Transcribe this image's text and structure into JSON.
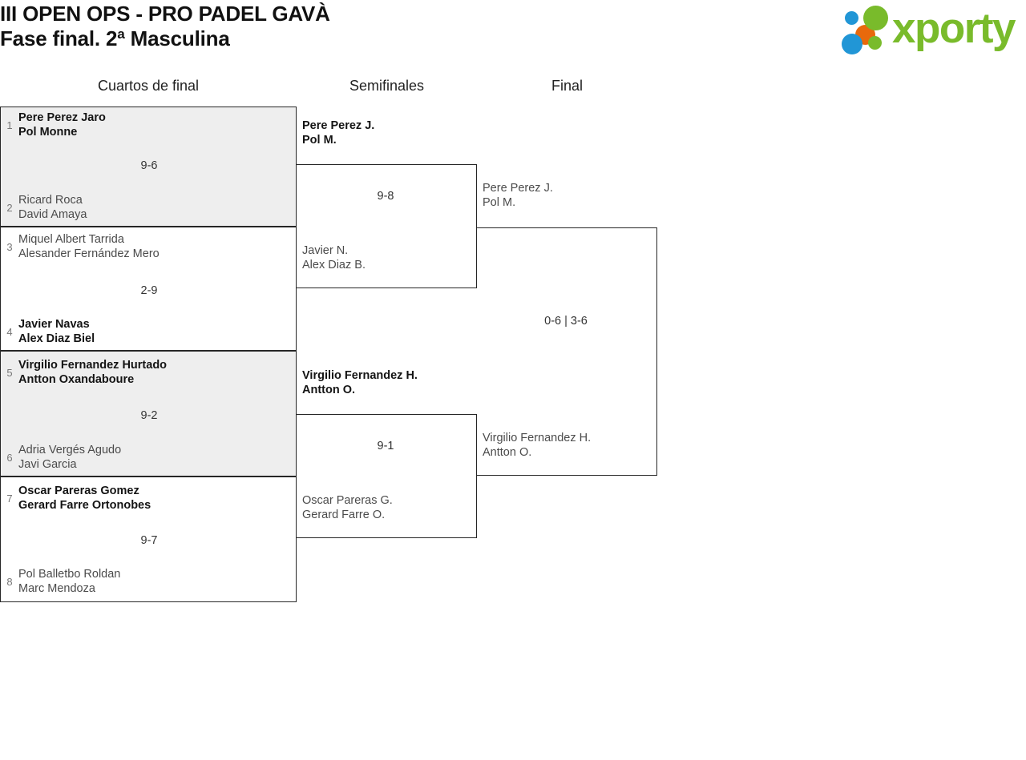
{
  "header": {
    "title_line1": "III OPEN OPS - PRO PADEL GAVÀ",
    "title_line2": "Fase final. 2ª Masculina",
    "logo_word": "xporty",
    "logo_colors": {
      "green": "#79bb2b",
      "blue": "#2196d6",
      "orange": "#e8690c"
    }
  },
  "rounds": {
    "quarterfinals_label": "Cuartos de final",
    "semifinals_label": "Semifinales",
    "final_label": "Final"
  },
  "quarterfinals": [
    {
      "score": "9-6",
      "top": {
        "seed": "1",
        "player1": "Pere Perez Jaro",
        "player2": "Pol Monne",
        "winner": true
      },
      "bottom": {
        "seed": "2",
        "player1": "Ricard Roca",
        "player2": "David Amaya",
        "winner": false
      }
    },
    {
      "score": "2-9",
      "top": {
        "seed": "3",
        "player1": "Miquel Albert Tarrida",
        "player2": "Alesander Fernández Mero",
        "winner": false
      },
      "bottom": {
        "seed": "4",
        "player1": "Javier Navas",
        "player2": "Alex Diaz Biel",
        "winner": true
      }
    },
    {
      "score": "9-2",
      "top": {
        "seed": "5",
        "player1": "Virgilio Fernandez Hurtado",
        "player2": "Antton Oxandaboure",
        "winner": true
      },
      "bottom": {
        "seed": "6",
        "player1": "Adria Vergés Agudo",
        "player2": "Javi Garcia",
        "winner": false
      }
    },
    {
      "score": "9-7",
      "top": {
        "seed": "7",
        "player1": "Oscar Pareras Gomez",
        "player2": "Gerard Farre Ortonobes",
        "winner": true
      },
      "bottom": {
        "seed": "8",
        "player1": "Pol Balletbo Roldan",
        "player2": "Marc Mendoza",
        "winner": false
      }
    }
  ],
  "semifinals": [
    {
      "score": "9-8",
      "top": {
        "player1": "Pere Perez J.",
        "player2": "Pol M.",
        "winner": true
      },
      "bottom": {
        "player1": "Javier N.",
        "player2": "Alex Diaz B.",
        "winner": false
      }
    },
    {
      "score": "9-1",
      "top": {
        "player1": "Virgilio Fernandez H.",
        "player2": "Antton O.",
        "winner": true
      },
      "bottom": {
        "player1": "Oscar Pareras G.",
        "player2": "Gerard Farre O.",
        "winner": false
      }
    }
  ],
  "final": {
    "score": "0-6 | 3-6",
    "top": {
      "player1": "Pere Perez J.",
      "player2": "Pol M.",
      "winner": false
    },
    "bottom": {
      "player1": "Virgilio Fernandez H.",
      "player2": "Antton O.",
      "winner": false
    }
  }
}
